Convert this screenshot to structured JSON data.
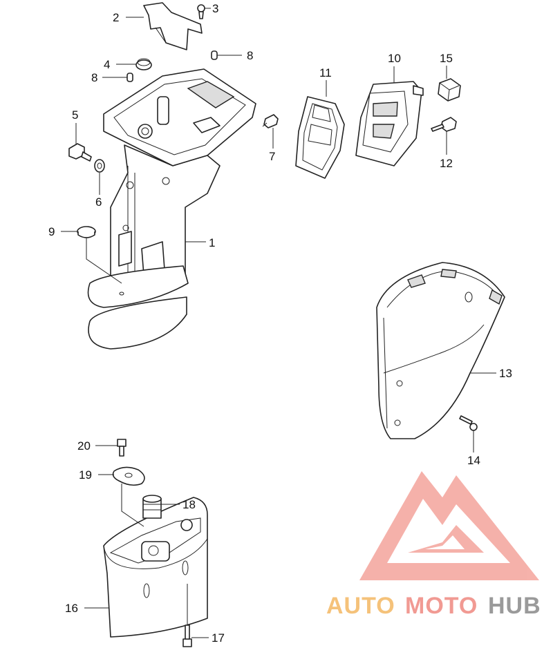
{
  "callouts": {
    "n1": "1",
    "n2": "2",
    "n3": "3",
    "n4": "4",
    "n5": "5",
    "n6": "6",
    "n7": "7",
    "n8a": "8",
    "n8b": "8",
    "n9": "9",
    "n10": "10",
    "n11": "11",
    "n12": "12",
    "n13": "13",
    "n14": "14",
    "n15": "15",
    "n16": "16",
    "n17": "17",
    "n18": "18",
    "n19": "19",
    "n20": "20"
  },
  "watermark": {
    "word_auto": "AUTO",
    "word_moto": "MOTO",
    "word_hub": "HUB",
    "colors": {
      "auto": "#f5c27a",
      "moto": "#f19a93",
      "hub": "#9a9a9a",
      "logo": "#f4a49c"
    }
  }
}
